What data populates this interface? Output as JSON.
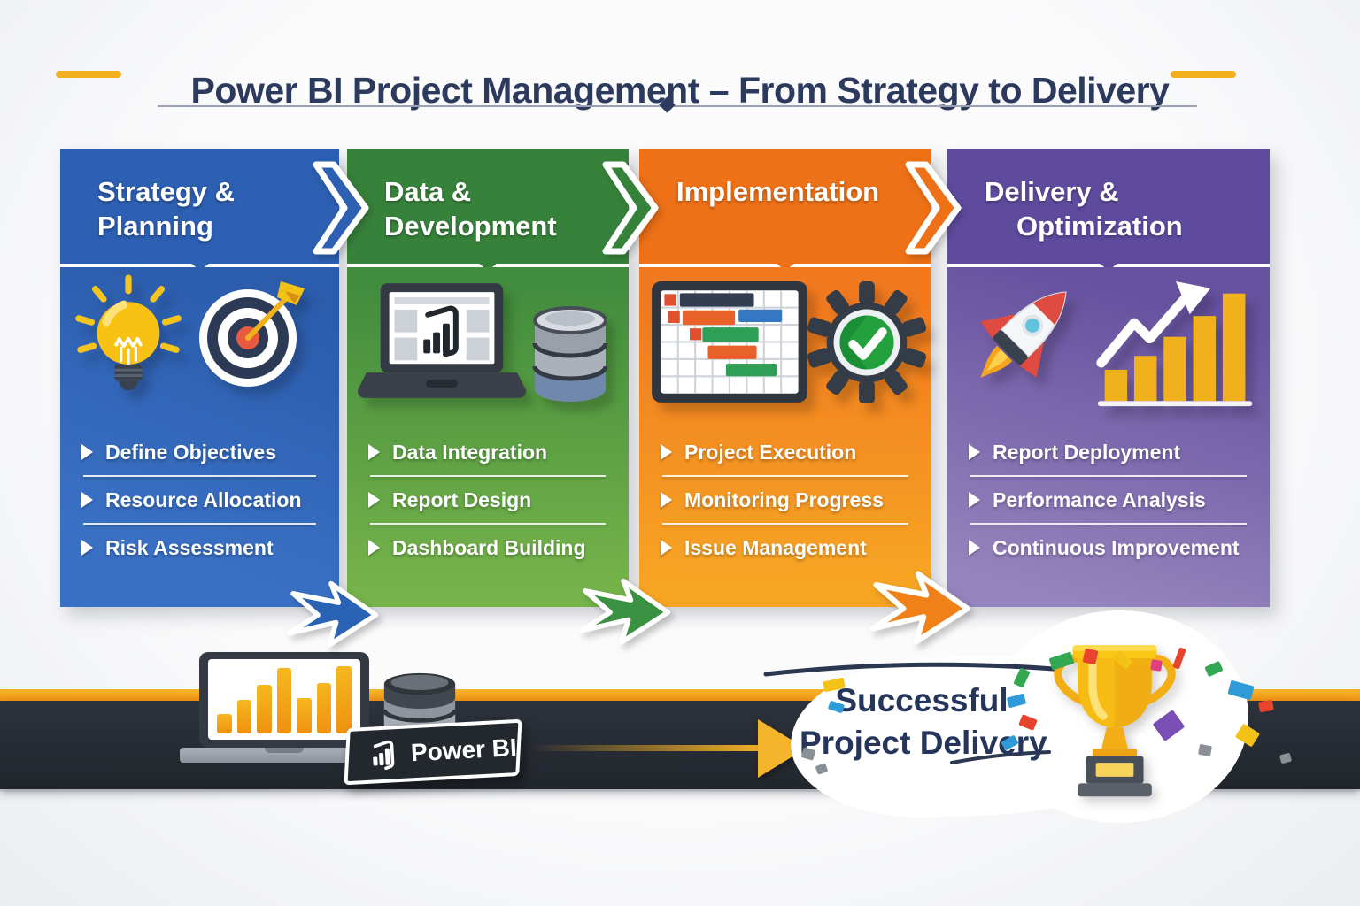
{
  "title": {
    "text": "Power BI Project Management – From Strategy to Delivery"
  },
  "columns": [
    {
      "id": "strategy-planning",
      "accent_color": "#2d5fb2",
      "title_lines": [
        "Strategy &",
        "Planning"
      ],
      "icons": [
        "lightbulb-icon",
        "target-arrow-icon"
      ],
      "items": [
        "Define Objectives",
        "Resource Allocation",
        "Risk Assessment"
      ]
    },
    {
      "id": "data-development",
      "accent_color": "#37823b",
      "title_lines": [
        "Data &",
        "Development"
      ],
      "icons": [
        "laptop-powerbi-icon",
        "database-icon"
      ],
      "items": [
        "Data Integration",
        "Report Design",
        "Dashboard Building"
      ]
    },
    {
      "id": "implementation",
      "accent_color": "#ee7017",
      "title_lines": [
        "Implementation"
      ],
      "icons": [
        "gantt-chart-icon",
        "gear-check-icon"
      ],
      "items": [
        "Project Execution",
        "Monitoring Progress",
        "Issue Management"
      ]
    },
    {
      "id": "delivery-optimization",
      "accent_color": "#5f4b9e",
      "title_lines": [
        "Delivery &",
        "Optimization"
      ],
      "icons": [
        "rocket-icon",
        "growth-chart-icon"
      ],
      "items": [
        "Report Deployment",
        "Performance Analysis",
        "Continuous Improvement"
      ]
    }
  ],
  "footer": {
    "badge_label": "Power BI",
    "badge_icon": "powerbi-logo-icon",
    "success_lines": [
      "Successful",
      "Project Delivery"
    ],
    "trophy_icon": "trophy-icon",
    "road_color": "#2d323b",
    "road_stripe_color": "#f2a024",
    "gold_accent": "#f2b01e",
    "confetti_colors": [
      "#f3c217",
      "#33a852",
      "#e8432d",
      "#2e9bd6",
      "#7a4fb5",
      "#f07f1d",
      "#df3f7c",
      "#8b9097"
    ]
  }
}
